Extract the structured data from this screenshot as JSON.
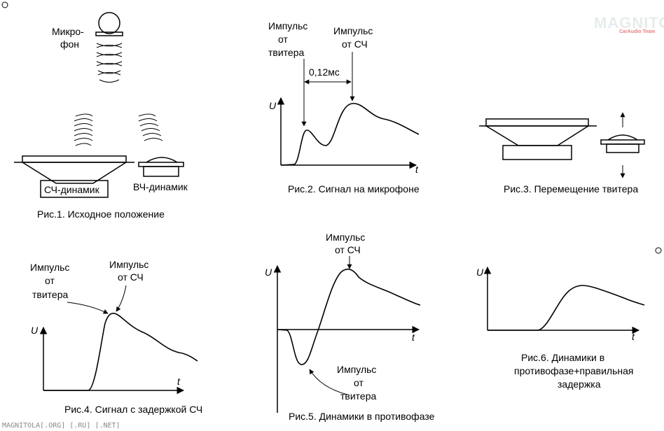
{
  "watermark": {
    "brand": "MAGNITOLA",
    "team": "CarAudio Team"
  },
  "footer": "MAGNITOLA[.ORG] [.RU] [.NET]",
  "axis": {
    "u": "U",
    "t": "t"
  },
  "fig1": {
    "mic_label_1": "Микро-",
    "mic_label_2": "фон",
    "mid_speaker": "СЧ-динамик",
    "hf_speaker": "ВЧ-динамик",
    "caption": "Рис.1. Исходное положение"
  },
  "fig2": {
    "tweeter_1": "Импульс",
    "tweeter_2": "от",
    "tweeter_3": "твитера",
    "mid_1": "Импульс",
    "mid_2": "от СЧ",
    "delay": "0,12мс",
    "caption": "Рис.2. Сигнал на микрофоне"
  },
  "fig3": {
    "caption": "Рис.3. Перемещение твитера"
  },
  "fig4": {
    "tweeter_1": "Импульс",
    "tweeter_2": "от",
    "tweeter_3": "твитера",
    "mid_1": "Импульс",
    "mid_2": "от СЧ",
    "caption": "Рис.4. Сигнал с задержкой СЧ"
  },
  "fig5": {
    "mid_1": "Импульс",
    "mid_2": "от СЧ",
    "tweeter_1": "Импульс",
    "tweeter_2": "от",
    "tweeter_3": "твитера",
    "caption": "Рис.5. Динамики в противофазе"
  },
  "fig6": {
    "caption_1": "Рис.6.  Динамики в",
    "caption_2": "противофазе+правильная",
    "caption_3": "задержка"
  }
}
